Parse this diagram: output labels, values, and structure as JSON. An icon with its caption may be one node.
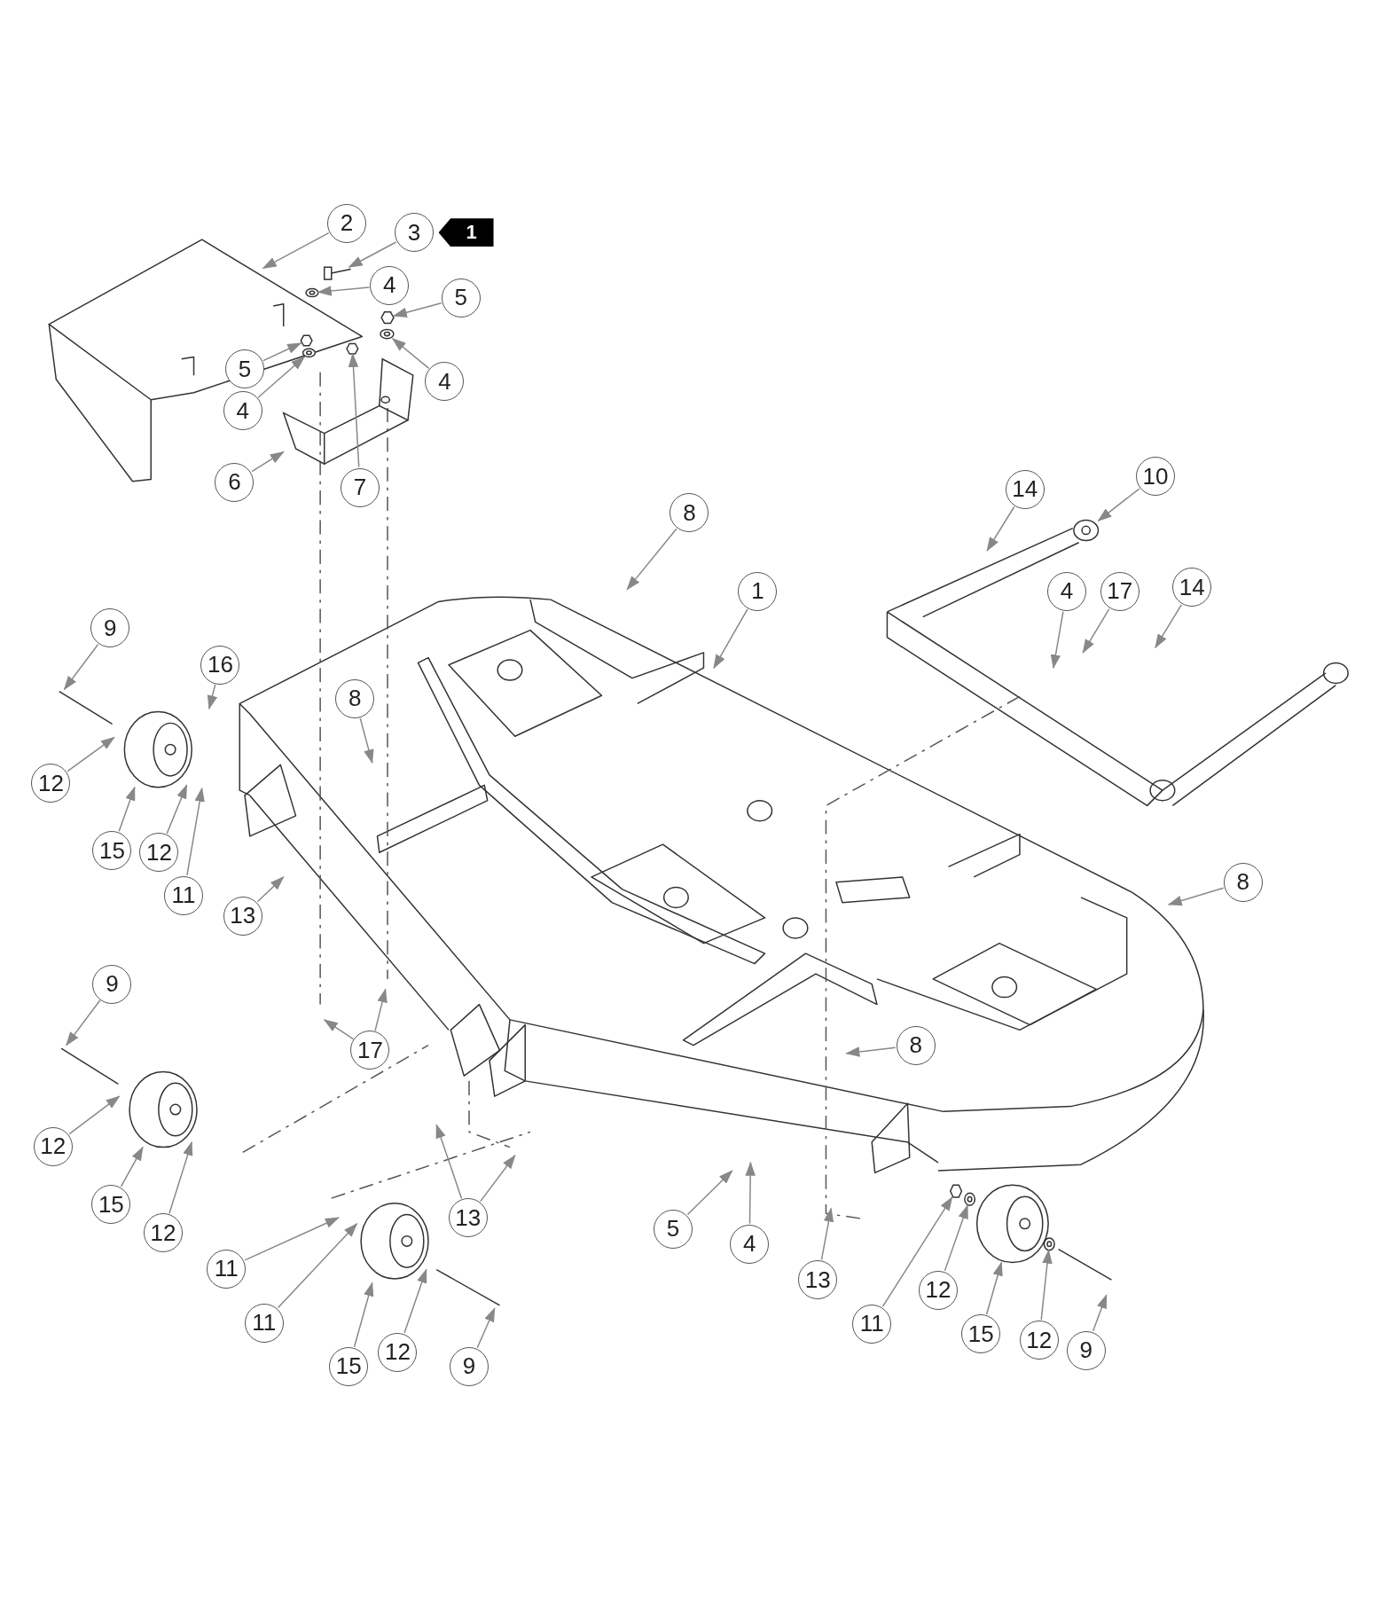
{
  "diagram": {
    "nodes": [
      {
        "text": [
          "2"
        ]
      },
      {
        "text": [
          "3"
        ]
      },
      {
        "text": [
          "1"
        ]
      },
      {
        "text": [
          "4"
        ]
      },
      {
        "text": [
          "5"
        ]
      },
      {
        "text": [
          "5"
        ]
      },
      {
        "text": [
          "4"
        ]
      },
      {
        "text": [
          "4"
        ]
      },
      {
        "text": [
          "6"
        ]
      },
      {
        "text": [
          "7"
        ]
      },
      {
        "text": [
          "14"
        ]
      },
      {
        "text": [
          "10"
        ]
      },
      {
        "text": [
          "8"
        ]
      },
      {
        "text": [
          "1"
        ]
      },
      {
        "text": [
          "4"
        ]
      },
      {
        "text": [
          "17"
        ]
      },
      {
        "text": [
          "14"
        ]
      },
      {
        "text": [
          "9"
        ]
      },
      {
        "text": [
          "16"
        ]
      },
      {
        "text": [
          "8"
        ]
      },
      {
        "text": [
          "12"
        ]
      },
      {
        "text": [
          "15"
        ]
      },
      {
        "text": [
          "12"
        ]
      },
      {
        "text": [
          "11"
        ]
      },
      {
        "text": [
          "8"
        ]
      },
      {
        "text": [
          "13"
        ]
      },
      {
        "text": [
          "9"
        ]
      },
      {
        "text": [
          "8"
        ]
      },
      {
        "text": [
          "17"
        ]
      },
      {
        "text": [
          "12"
        ]
      },
      {
        "text": [
          "15"
        ]
      },
      {
        "text": [
          "13"
        ]
      },
      {
        "text": [
          "5"
        ]
      },
      {
        "text": [
          "12"
        ]
      },
      {
        "text": [
          "4"
        ]
      },
      {
        "text": [
          "11"
        ]
      },
      {
        "text": [
          "13"
        ]
      },
      {
        "text": [
          "12"
        ]
      },
      {
        "text": [
          "11"
        ]
      },
      {
        "text": [
          "11"
        ]
      },
      {
        "text": [
          "15"
        ]
      },
      {
        "text": [
          "12"
        ]
      },
      {
        "text": [
          "9"
        ]
      },
      {
        "text": [
          "12"
        ]
      },
      {
        "text": [
          "15"
        ]
      },
      {
        "text": [
          "9"
        ]
      },
      {
        "text": [],
        "shape": "bolt"
      },
      {
        "text": [],
        "shape": "nut"
      },
      {
        "text": [],
        "shape": "washer"
      },
      {
        "text": [],
        "shape": "bracket"
      },
      {
        "text": [],
        "shape": "roller"
      },
      {
        "text": [],
        "shape": "wheel"
      },
      {
        "text": [],
        "shape": "washer"
      },
      {
        "text": [],
        "shape": "nut"
      },
      {
        "text": [],
        "shape": "washer"
      },
      {
        "text": [],
        "shape": "nut"
      },
      {
        "text": [],
        "shape": "washer"
      },
      {
        "text": [],
        "shape": "nut"
      },
      {
        "text": [],
        "shape": "washer"
      }
    ],
    "edges": [
      {
        "from": 0,
        "to": null,
        "arrow": "to"
      },
      {
        "from": 1,
        "to": 46,
        "arrow": "to"
      },
      {
        "from": 3,
        "to": 52,
        "arrow": "to"
      },
      {
        "from": 4,
        "to": 47,
        "arrow": "to"
      },
      {
        "from": 5,
        "to": 53,
        "arrow": "to"
      },
      {
        "from": 6,
        "to": 48,
        "arrow": "to"
      },
      {
        "from": 7,
        "to": 54,
        "arrow": "to"
      },
      {
        "from": 8,
        "to": 49,
        "arrow": "to"
      },
      {
        "from": 9,
        "to": 55,
        "arrow": "to"
      },
      {
        "from": 10,
        "to": null,
        "arrow": "to"
      },
      {
        "from": 11,
        "to": 50,
        "arrow": "to"
      },
      {
        "from": 12,
        "to": null,
        "arrow": "to"
      },
      {
        "from": 13,
        "to": null,
        "arrow": "to"
      },
      {
        "from": 14,
        "to": null,
        "arrow": "to"
      },
      {
        "from": 15,
        "to": null,
        "arrow": "to"
      },
      {
        "from": 16,
        "to": null,
        "arrow": "to"
      },
      {
        "from": 17,
        "to": null,
        "arrow": "to"
      },
      {
        "from": 18,
        "to": null,
        "arrow": "to"
      },
      {
        "from": 19,
        "to": null,
        "arrow": "to"
      },
      {
        "from": 20,
        "to": null,
        "arrow": "to"
      },
      {
        "from": 21,
        "to": null,
        "arrow": "to"
      },
      {
        "from": 22,
        "to": null,
        "arrow": "to"
      },
      {
        "from": 23,
        "to": null,
        "arrow": "to"
      },
      {
        "from": 24,
        "to": null,
        "arrow": "to"
      },
      {
        "from": 25,
        "to": null,
        "arrow": "to"
      },
      {
        "from": 26,
        "to": null,
        "arrow": "to"
      },
      {
        "from": 27,
        "to": null,
        "arrow": "to"
      },
      {
        "from": 28,
        "to": null,
        "arrow": "to"
      },
      {
        "from": 28,
        "to": null,
        "arrow": "to"
      },
      {
        "from": 29,
        "to": null,
        "arrow": "to"
      },
      {
        "from": 30,
        "to": null,
        "arrow": "to"
      },
      {
        "from": 31,
        "to": null,
        "arrow": "to"
      },
      {
        "from": 31,
        "to": null,
        "arrow": "to"
      },
      {
        "from": 32,
        "to": null,
        "arrow": "to"
      },
      {
        "from": 33,
        "to": null,
        "arrow": "to"
      },
      {
        "from": 34,
        "to": null,
        "arrow": "to"
      },
      {
        "from": 35,
        "to": null,
        "arrow": "to"
      },
      {
        "from": 36,
        "to": null,
        "arrow": "to"
      },
      {
        "from": 37,
        "to": 56,
        "arrow": "to"
      },
      {
        "from": 38,
        "to": null,
        "arrow": "to"
      },
      {
        "from": 39,
        "to": 57,
        "arrow": "to"
      },
      {
        "from": 40,
        "to": 51,
        "arrow": "to"
      },
      {
        "from": 41,
        "to": 58,
        "arrow": "to"
      },
      {
        "from": 42,
        "to": null,
        "arrow": "to"
      },
      {
        "from": 43,
        "to": null,
        "arrow": "to"
      },
      {
        "from": 44,
        "to": null,
        "arrow": "to"
      },
      {
        "from": 45,
        "to": null,
        "arrow": "to"
      }
    ]
  }
}
